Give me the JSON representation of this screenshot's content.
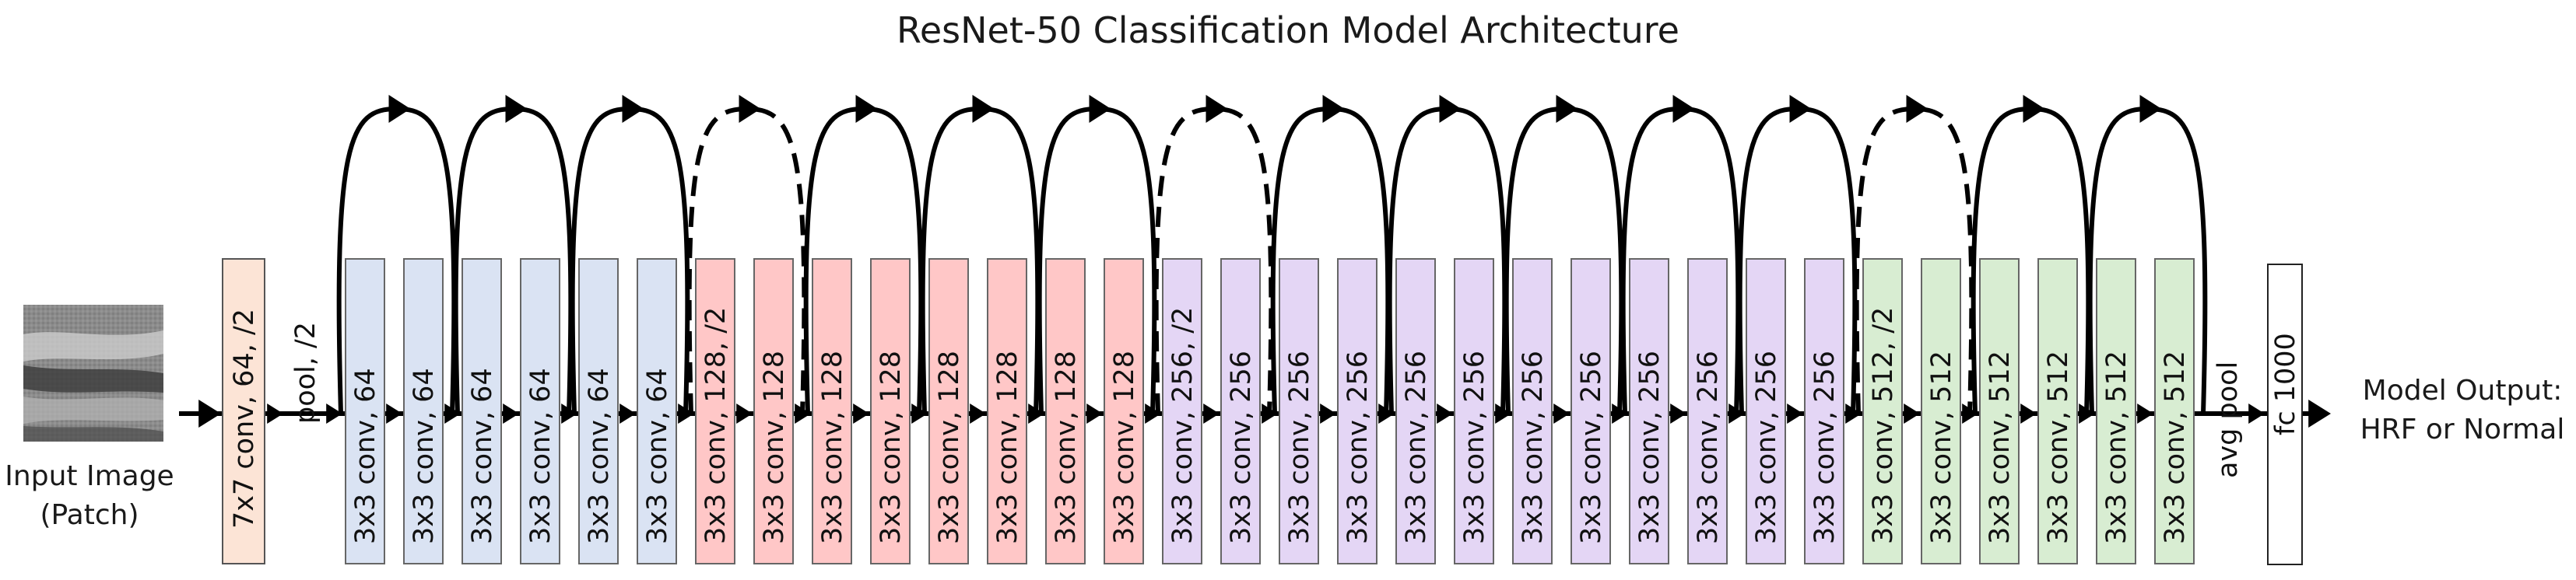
{
  "title": "ResNet-50 Classification Model Architecture",
  "input": {
    "caption_line1": "Input Image",
    "caption_line2": "(Patch)",
    "image": "grayscale-texture-patch"
  },
  "output": {
    "caption_line1": "Model Output:",
    "caption_line2": "HRF or Normal"
  },
  "stem": {
    "label": "7x7 conv, 64, /2",
    "color": "#fce4d6"
  },
  "pool": {
    "label": "pool, /2"
  },
  "avg_pool": {
    "label": "avg pool"
  },
  "fc": {
    "label": "fc 1000",
    "color": "#ffffff"
  },
  "stage_colors": [
    "#dae3f3",
    "#ffc7c7",
    "#e4d6f5",
    "#d8edd2"
  ],
  "layers": [
    {
      "label": "3x3 conv, 64",
      "stage": 0
    },
    {
      "label": "3x3 conv, 64",
      "stage": 0
    },
    {
      "label": "3x3 conv, 64",
      "stage": 0
    },
    {
      "label": "3x3 conv, 64",
      "stage": 0
    },
    {
      "label": "3x3 conv, 64",
      "stage": 0
    },
    {
      "label": "3x3 conv, 64",
      "stage": 0
    },
    {
      "label": "3x3 conv, 128, /2",
      "stage": 1
    },
    {
      "label": "3x3 conv, 128",
      "stage": 1
    },
    {
      "label": "3x3 conv, 128",
      "stage": 1
    },
    {
      "label": "3x3 conv, 128",
      "stage": 1
    },
    {
      "label": "3x3 conv, 128",
      "stage": 1
    },
    {
      "label": "3x3 conv, 128",
      "stage": 1
    },
    {
      "label": "3x3 conv, 128",
      "stage": 1
    },
    {
      "label": "3x3 conv, 128",
      "stage": 1
    },
    {
      "label": "3x3 conv, 256, /2",
      "stage": 2
    },
    {
      "label": "3x3 conv, 256",
      "stage": 2
    },
    {
      "label": "3x3 conv, 256",
      "stage": 2
    },
    {
      "label": "3x3 conv, 256",
      "stage": 2
    },
    {
      "label": "3x3 conv, 256",
      "stage": 2
    },
    {
      "label": "3x3 conv, 256",
      "stage": 2
    },
    {
      "label": "3x3 conv, 256",
      "stage": 2
    },
    {
      "label": "3x3 conv, 256",
      "stage": 2
    },
    {
      "label": "3x3 conv, 256",
      "stage": 2
    },
    {
      "label": "3x3 conv, 256",
      "stage": 2
    },
    {
      "label": "3x3 conv, 256",
      "stage": 2
    },
    {
      "label": "3x3 conv, 256",
      "stage": 2
    },
    {
      "label": "3x3 conv, 512, /2",
      "stage": 3
    },
    {
      "label": "3x3 conv, 512",
      "stage": 3
    },
    {
      "label": "3x3 conv, 512",
      "stage": 3
    },
    {
      "label": "3x3 conv, 512",
      "stage": 3
    },
    {
      "label": "3x3 conv, 512",
      "stage": 3
    },
    {
      "label": "3x3 conv, 512",
      "stage": 3
    }
  ],
  "skips": [
    {
      "style": "solid"
    },
    {
      "style": "solid"
    },
    {
      "style": "solid"
    },
    {
      "style": "dashed"
    },
    {
      "style": "solid"
    },
    {
      "style": "solid"
    },
    {
      "style": "solid"
    },
    {
      "style": "dashed"
    },
    {
      "style": "solid"
    },
    {
      "style": "solid"
    },
    {
      "style": "solid"
    },
    {
      "style": "solid"
    },
    {
      "style": "solid"
    },
    {
      "style": "dashed"
    },
    {
      "style": "solid"
    },
    {
      "style": "solid"
    }
  ]
}
